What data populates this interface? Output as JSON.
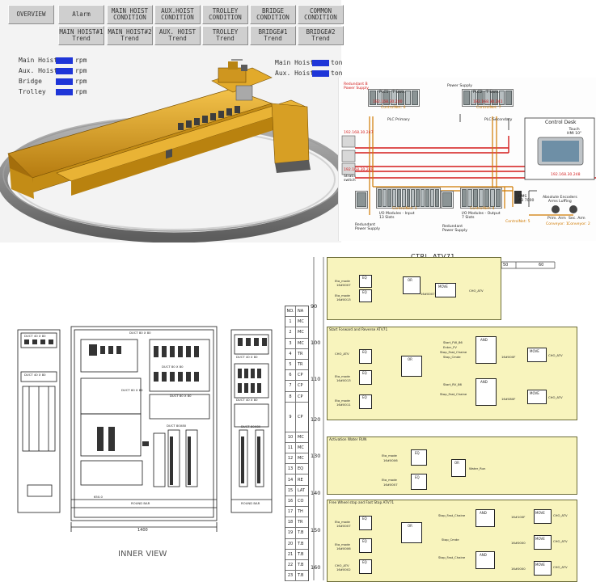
{
  "hmi": {
    "nav_top": [
      "OVERVIEW",
      "Alarm",
      "MAIN HOIST\nCONDITION",
      "AUX.HOIST\nCONDITION",
      "TROLLEY\nCONDITION",
      "BRIDGE\nCONDITION",
      "COMMON\nCONDITION"
    ],
    "nav_bottom": [
      "MAIN HOIST#1\nTrend",
      "MAIN HOIST#2\nTrend",
      "AUX. HOIST\nTrend",
      "TROLLEY\nTrend",
      "BRIDGE#1\nTrend",
      "BRIDGE#2\nTrend"
    ],
    "speed_readouts": [
      {
        "label": "Main Hoist",
        "unit": "rpm"
      },
      {
        "label": "Aux. Hoist",
        "unit": "rpm"
      },
      {
        "label": "Bridge",
        "unit": "rpm"
      },
      {
        "label": "Trolley",
        "unit": "rpm"
      }
    ],
    "load_readouts": [
      {
        "label": "Main Hoist",
        "unit": "ton"
      },
      {
        "label": "Aux. Hoist",
        "unit": "ton"
      }
    ],
    "colors": {
      "readout": "#1e35d8",
      "crane": "#e0a21c",
      "rail": "#8a8a8a"
    }
  },
  "network": {
    "redundant_left": "Redundant B\nPower Supply",
    "plc1": "PLC1 - 7 Slots",
    "plc1_ip": "192.168.30.240",
    "controller1": "ControlNet: 6",
    "plc_primary": "PLC Primary",
    "power_supply_top": "Power Supply",
    "plc2": "PLC2 - 7 Slots",
    "plc2_ip": "192.168.30.241",
    "controller2": "ControlNet: 7",
    "plc_secondary": "PLC Secondary",
    "control_desk": "Control Desk",
    "touch_hmi": "Touch\nHMI 10\"",
    "hmi_ip": "192.168.30.248",
    "ip_247": "192.168.30.247",
    "ip_249": "192.168.30.249",
    "switch": "Stratix\nswitch",
    "io1": "I/O Modules - Input\n13 Slots",
    "io1_ctrl": "ControlNet: 3",
    "io2": "I/O Modules - Output\n7 Slots",
    "io2_ctrl": "ControlNet: 4",
    "hmi_ab": "HMS\nAB 7000",
    "encoders": "Absolute Encoders\nArms Luffing",
    "prim_arm": "Prim. Arm",
    "sec_arm": "Sec. Arm",
    "controlnet5": "ControlNet: 5",
    "redundant_bottom_1": "Redundant\nPower Supply",
    "redundant_bottom_2": "Redundant\nPower Supply",
    "conveyor_1": "Conveyor: 1",
    "conveyor_2": "Conveyor: 2",
    "colors": {
      "red": "#d31b1b",
      "orange": "#d07a00"
    }
  },
  "cabinet": {
    "ducts_left": [
      "DUCT 40 X 80",
      "DUCT 40 X 80"
    ],
    "duct_main_top": "DUCT 80 X 80",
    "duct_main_mid": "DUCT 80 X 80",
    "duct_main_mid2": "DUCT 60 X 80",
    "duct_main_low": "DUCT 80 X 80",
    "duct_main_bottom": "DUCT 80X80",
    "duct_side_top": "DUCT 40 X 80",
    "duct_side_mid": "DUCT 40 X 80",
    "duct_side_low": "DUCT 80X80",
    "vertical_ducts": [
      "DUCT 40 X 80",
      "DUCT 100 X 80",
      "DUCT 40 X 80",
      "DUCT 40 X 80"
    ],
    "dim_650": "650.0",
    "round_bar": "ROUND BAR",
    "round_bar_2": "ROUND BAR",
    "dim_1400": "1400",
    "caption": "INNER VIEW"
  },
  "ladder": {
    "title": "CTRL_ATV71",
    "header_val_a": "50",
    "header_val_b": "60",
    "row_numbers": [
      "90",
      "100",
      "110",
      "120",
      "130",
      "140",
      "150",
      "160"
    ],
    "table_header": [
      "NO.",
      "NA"
    ],
    "table_rows": [
      [
        "1",
        "MC"
      ],
      [
        "2",
        "MC"
      ],
      [
        "3",
        "MC"
      ],
      [
        "4",
        "TR"
      ],
      [
        "5",
        "TR"
      ],
      [
        "6",
        "CP"
      ],
      [
        "7",
        "CP"
      ],
      [
        "8",
        "CP"
      ],
      [
        "9",
        "CP"
      ],
      [
        "10",
        "MC"
      ],
      [
        "11",
        "MC"
      ],
      [
        "12",
        "MC"
      ],
      [
        "13",
        "EQ"
      ],
      [
        "14",
        "RE"
      ],
      [
        "15",
        "LAT"
      ],
      [
        "16",
        "CO"
      ],
      [
        "17",
        "TH"
      ],
      [
        "18",
        "TR"
      ],
      [
        "19",
        "T.B"
      ],
      [
        "20",
        "T.B"
      ],
      [
        "21",
        "T.B"
      ],
      [
        "22",
        "T.B"
      ],
      [
        "23",
        "T.B"
      ]
    ],
    "rungs": [
      {
        "title": ""
      },
      {
        "title": "Start Forward and Reverse ATV71"
      },
      {
        "title": "Activation Water RUN"
      },
      {
        "title": "Free Wheel  stop and Fast Stop ATV71"
      }
    ],
    "fb_eq": "EQ",
    "fb_or": "OR",
    "fb_and": "AND",
    "fb_move": "MOVE",
    "in1": "IN1",
    "in2": "IN2",
    "out": "OUT",
    "en": "EN",
    "eno": "ENO",
    "sig_eta_mode": "Eta_mode",
    "sig_ctrl_atv": "CHO_ATV",
    "sig_water_run": "Water_Run",
    "sig_start_fw": "Start_FW_86",
    "sig_start_rv": "Start_RV_86",
    "sig_enter_fv": "Enter_FV",
    "sig_stop_fast": "Stop_Fast_Chaine",
    "sig_stop_cmd": "Stop_Cmde",
    "c_16_0007": "16#0007",
    "c_16_0013": "16#0013",
    "c_16_0006": "16#0006",
    "c_16_0011": "16#0011",
    "c_16_000f": "16#000F",
    "c_16_080f": "16#080F",
    "c_16_0000": "16#0000",
    "c_16_100f": "16#100F",
    "c_16_0002": "16#0002"
  }
}
